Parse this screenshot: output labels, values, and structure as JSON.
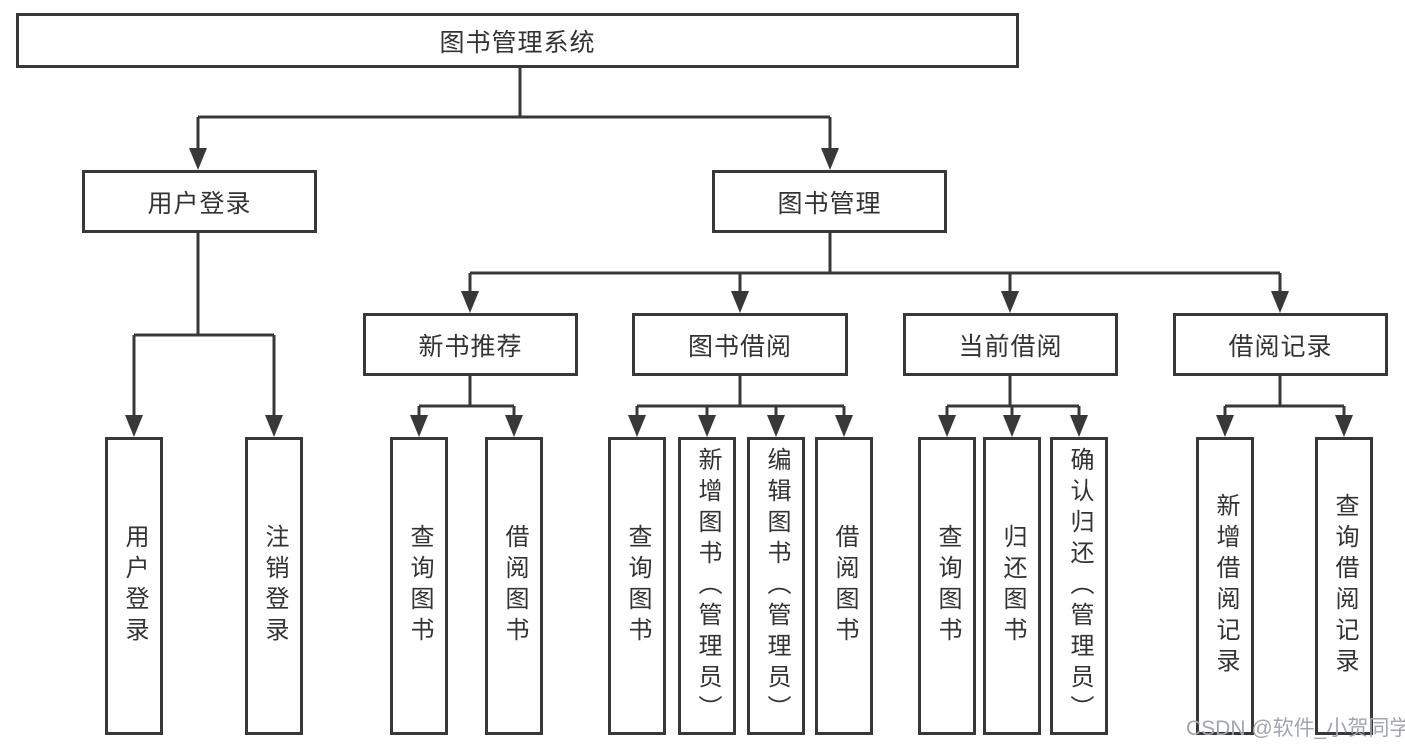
{
  "diagram": {
    "title": "图书管理系统",
    "tree": {
      "label": "图书管理系统",
      "children": [
        {
          "label": "用户登录",
          "children": [
            {
              "label": "用户登录"
            },
            {
              "label": "注销登录"
            }
          ]
        },
        {
          "label": "图书管理",
          "children": [
            {
              "label": "新书推荐",
              "children": [
                {
                  "label": "查询图书"
                },
                {
                  "label": "借阅图书"
                }
              ]
            },
            {
              "label": "图书借阅",
              "children": [
                {
                  "label": "查询图书"
                },
                {
                  "label": "新增图书（管理员）"
                },
                {
                  "label": "编辑图书（管理员）"
                },
                {
                  "label": "借阅图书"
                }
              ]
            },
            {
              "label": "当前借阅",
              "children": [
                {
                  "label": "查询图书"
                },
                {
                  "label": "归还图书"
                },
                {
                  "label": "确认归还（管理员）"
                }
              ]
            },
            {
              "label": "借阅记录",
              "children": [
                {
                  "label": "新增借阅记录"
                },
                {
                  "label": "查询借阅记录"
                }
              ]
            }
          ]
        }
      ]
    },
    "colors": {
      "line": "#383838",
      "node_border": "#383838",
      "node_text": "#333333",
      "background": "#ffffff",
      "watermark_text": "#a2a5b1"
    }
  },
  "watermark": {
    "text": "CSDN @软件_小贺同学"
  }
}
